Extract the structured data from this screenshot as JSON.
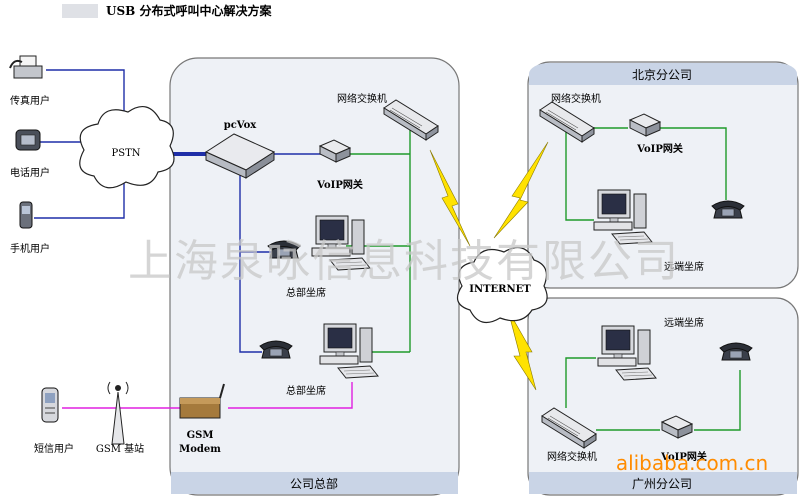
{
  "title": "USB 分布式呼叫中心解决方案",
  "colors": {
    "pstn_line": "#1f2fa8",
    "green_line": "#1f9a2a",
    "magenta_line": "#e020e0",
    "lightning": "#ffe200",
    "region_fill": "#eef1f6",
    "region_band": "#c9d4e6"
  },
  "pstn_side": {
    "cloud_label": "PSTN",
    "fax_label": "传真用户",
    "phone_label": "电话用户",
    "mobile_label": "手机用户",
    "sms_label": "短信用户",
    "gsm_station_label": "GSM 基站",
    "gsm_modem_label_1": "GSM",
    "gsm_modem_label_2": "Modem"
  },
  "hq": {
    "region_label": "公司总部",
    "pcvox_label": "pcVox",
    "switch_label": "网络交换机",
    "voip_label": "VoIP网关",
    "seat1_label": "总部坐席",
    "seat2_label": "总部坐席"
  },
  "internet_label": "INTERNET",
  "beijing": {
    "region_label": "北京分公司",
    "switch_label": "网络交换机",
    "voip_label": "VoIP网关",
    "seat_label": "远端坐席"
  },
  "guangzhou": {
    "region_label": "广州分公司",
    "switch_label": "网络交换机",
    "voip_label": "VoIP网关",
    "seat_label": "远端坐席"
  },
  "watermark": "上海泉咏信息科技有限公司",
  "watermark_site": "alibaba.com.cn"
}
